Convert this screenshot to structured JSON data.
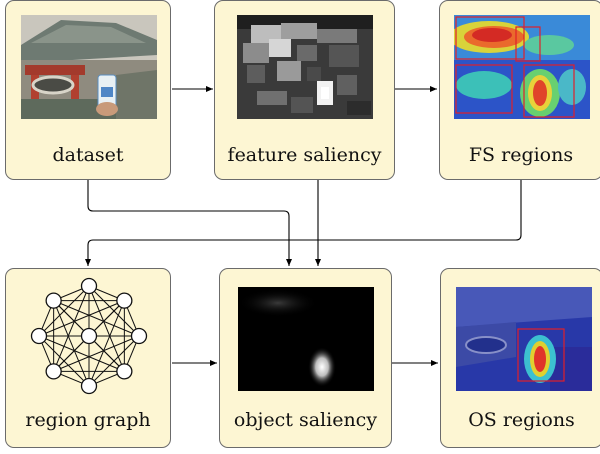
{
  "nodes": {
    "dataset": {
      "label": "dataset",
      "icon": "photo-thumbnail"
    },
    "feature_saliency": {
      "label": "feature saliency",
      "icon": "grayscale-saliency-map"
    },
    "fs_regions": {
      "label": "FS regions",
      "icon": "heatmap-overlay-with-boxes"
    },
    "region_graph": {
      "label": "region graph",
      "icon": "complete-graph"
    },
    "object_saliency": {
      "label": "object saliency",
      "icon": "object-saliency-map"
    },
    "os_regions": {
      "label": "OS regions",
      "icon": "heatmap-overlay-with-box"
    }
  },
  "colors": {
    "node_fill": "#fdf6d3",
    "node_border": "#6b6b6b",
    "arrow": "#000000",
    "box_red": "#e0202a"
  }
}
